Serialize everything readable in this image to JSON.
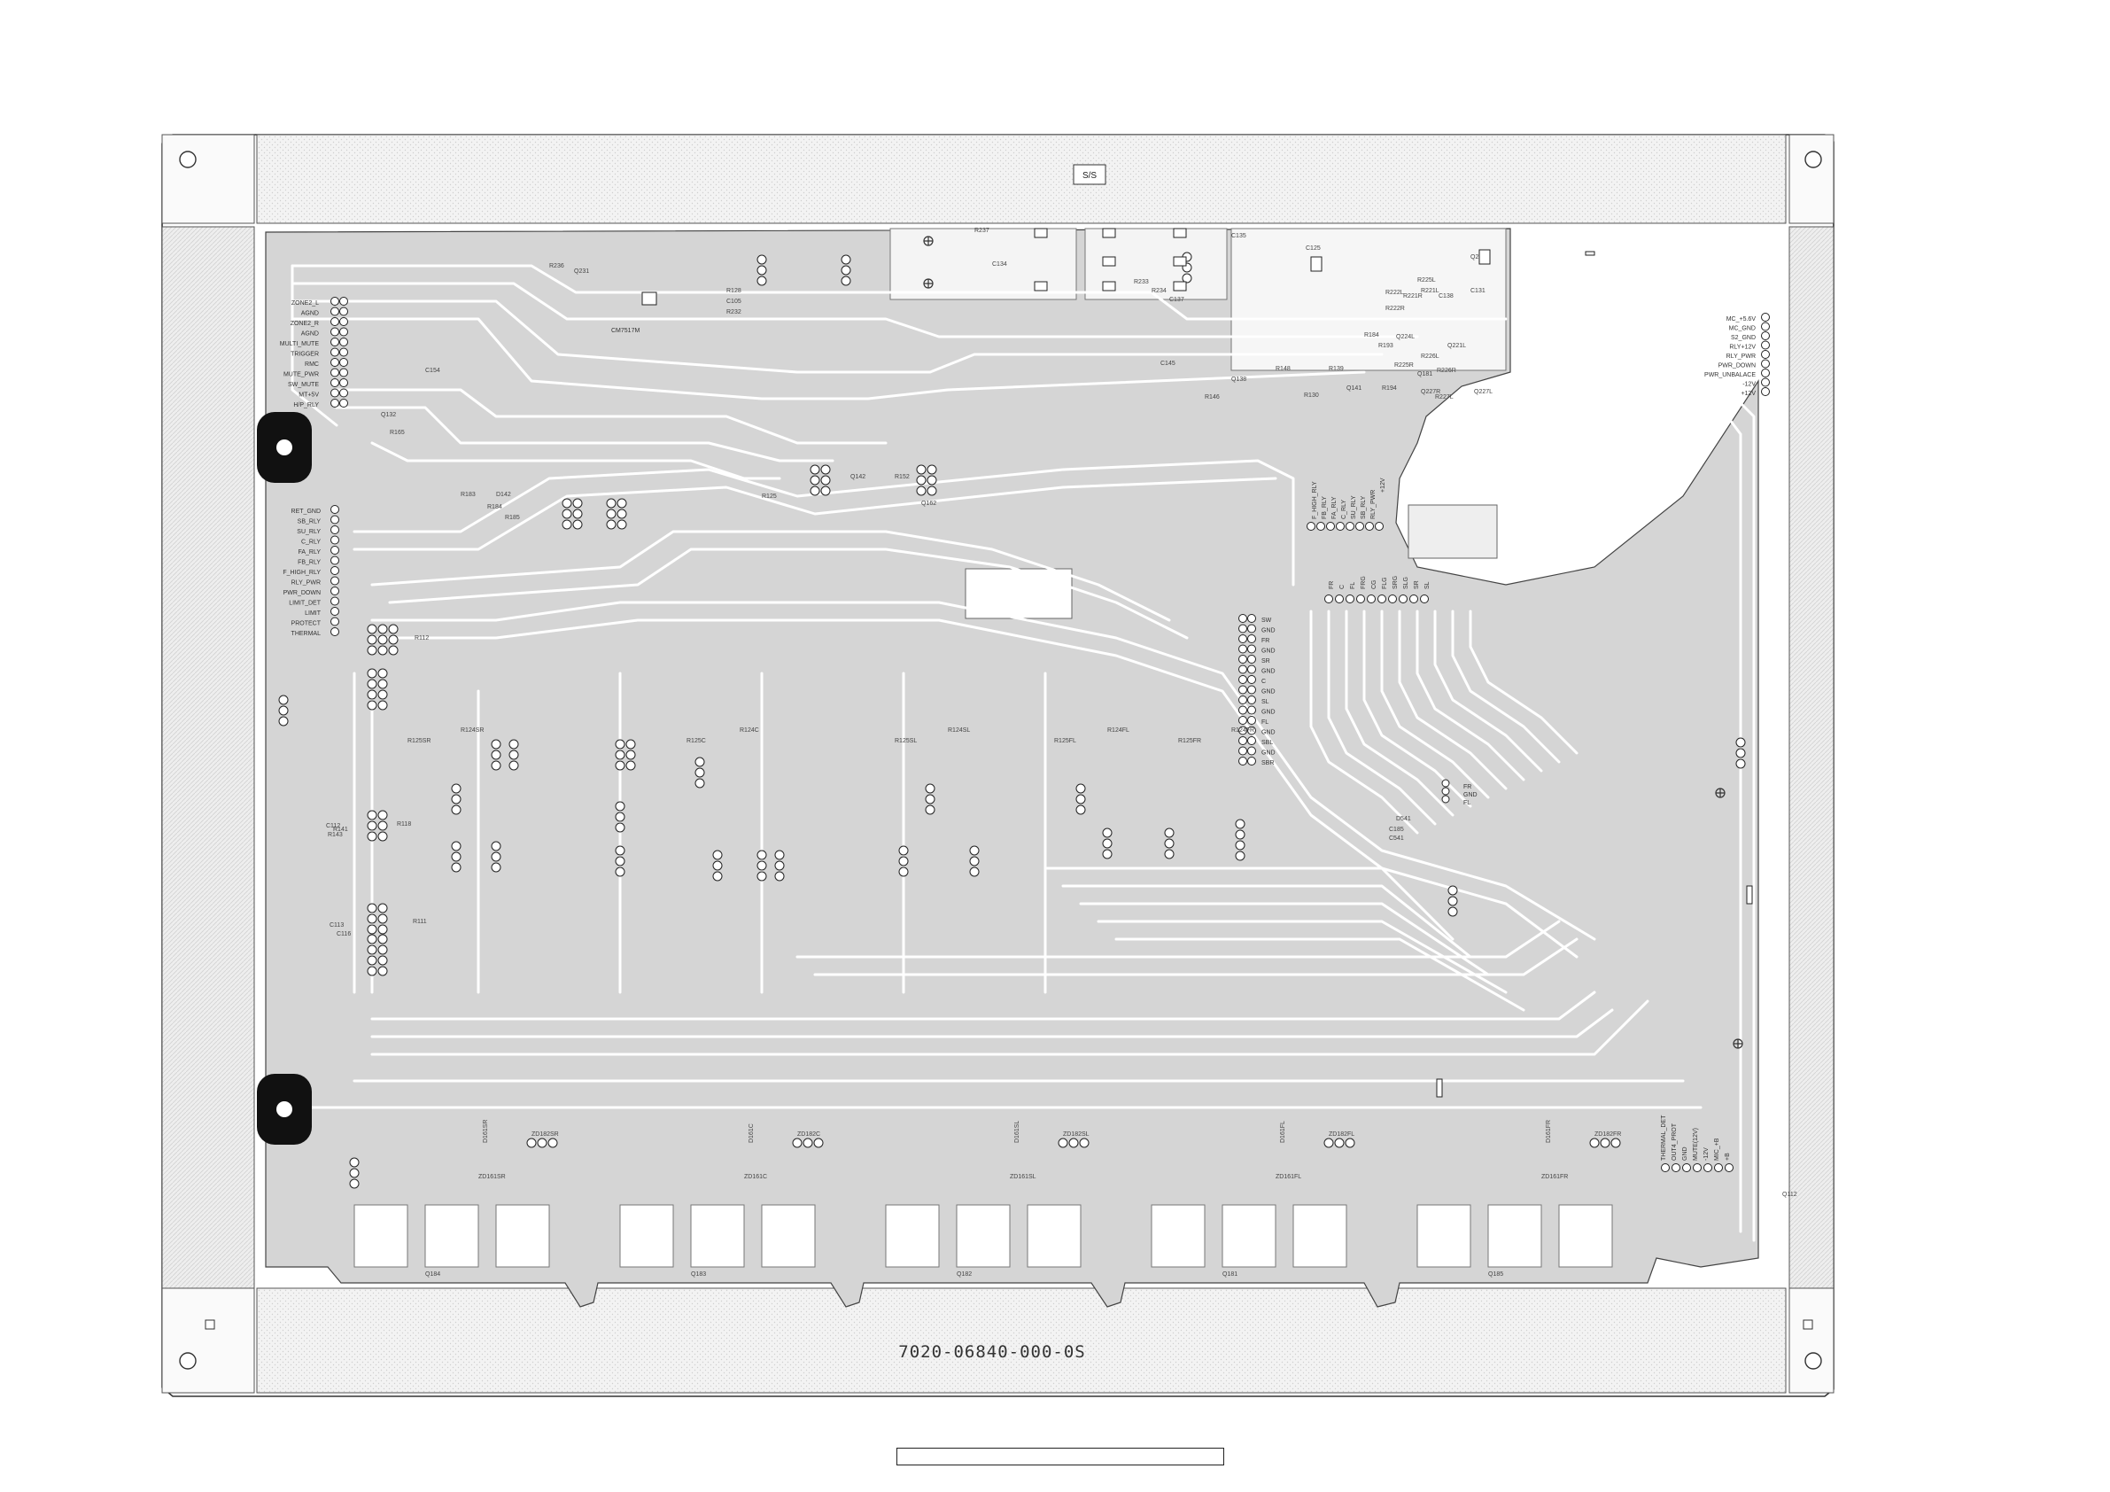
{
  "board": {
    "part_number": "7020-06840-000-0S",
    "side_mark": "S/S",
    "ic_marking": "CM7517M"
  },
  "connectors": {
    "left_top": [
      "ZONE2_L",
      "AGND",
      "ZONE2_R",
      "AGND",
      "MULTI_MUTE",
      "TRIGGER",
      "RMC",
      "MUTE_PWR",
      "SW_MUTE",
      "MT+5V",
      "H/P_RLY"
    ],
    "left_mid": [
      "RET_GND",
      "SB_RLY",
      "SU_RLY",
      "C_RLY",
      "FA_RLY",
      "FB_RLY",
      "F_HIGH_RLY",
      "RLY_PWR",
      "PWR_DOWN",
      "LIMIT_DET",
      "LIMIT",
      "PROTECT",
      "THERMAL"
    ],
    "right_top": [
      "MC_+5.6V",
      "MC_GND",
      "S2_GND",
      "RLY+12V",
      "RLY_PWR",
      "PWR_DOWN",
      "PWR_UNBALACE",
      "-12V",
      "+12V"
    ],
    "center": [
      "SW",
      "GND",
      "FR",
      "GND",
      "SR",
      "GND",
      "C",
      "GND",
      "SL",
      "GND",
      "FL",
      "GND",
      "SBL",
      "GND",
      "SBR"
    ],
    "rly_vertical": [
      "F_HIGH_RLY",
      "FB_RLY",
      "FA_RLY",
      "C_RLY",
      "SU_RLY",
      "SB_RLY",
      "RLY_PWR"
    ],
    "rly_vertical_extra": "+12V",
    "output_top": [
      "FR",
      "C",
      "FL",
      "FRG",
      "CG",
      "FLG",
      "SRG",
      "SLG",
      "SR",
      "SL"
    ],
    "fr_mini": [
      "FR",
      "GND",
      "FL"
    ],
    "thermal": [
      "THERMAL_DET",
      "OUT4_PROT",
      "GND",
      "MUTE(12V)",
      "-12V",
      "MIC_+B",
      "+B"
    ]
  },
  "parts": {
    "upper": [
      "R236",
      "Q231",
      "R237",
      "C134",
      "C135",
      "C125",
      "C145",
      "R146",
      "Q138",
      "R148",
      "R130",
      "R139",
      "Q141",
      "R125",
      "Q142",
      "R152",
      "Q162",
      "R128",
      "C105",
      "R232",
      "R233",
      "R234",
      "C137",
      "C131",
      "C138",
      "Q221L",
      "Q221R",
      "R221L",
      "R221R",
      "R222L",
      "R222R",
      "R225L",
      "R225R",
      "R226L",
      "R226R",
      "Q227L",
      "Q227R",
      "R227L",
      "Q224L",
      "R193",
      "R184",
      "R194",
      "Q181"
    ],
    "channels": [
      {
        "res": "R125SR",
        "res2": "R124SR",
        "zd": "ZD182SR",
        "zd2": "ZD161SR",
        "q": "Q184",
        "d": "D161SR"
      },
      {
        "res": "R125C",
        "res2": "R124C",
        "zd": "ZD182C",
        "zd2": "ZD161C",
        "q": "Q183",
        "d": "D161C"
      },
      {
        "res": "R125FL",
        "res2": "R124FL",
        "zd": "ZD182SL",
        "zd2": "ZD161SL",
        "q": "Q182",
        "d": "D161SL"
      },
      {
        "res": "R125SL",
        "res2": "R124SL",
        "zd": "ZD182FL",
        "zd2": "ZD161FL",
        "q": "Q181",
        "d": "D161FL"
      },
      {
        "res": "R125FR",
        "res2": "R124FR",
        "zd": "ZD182FR",
        "zd2": "ZD161FR",
        "q": "Q185",
        "d": "D161FR"
      }
    ],
    "left": [
      "R112",
      "C112",
      "R118",
      "R111",
      "C116",
      "C113",
      "R143",
      "R141",
      "Q132",
      "R165",
      "C154",
      "D142",
      "R183",
      "R184",
      "R185"
    ],
    "misc": [
      "Q112",
      "C185",
      "D541",
      "C541"
    ]
  }
}
